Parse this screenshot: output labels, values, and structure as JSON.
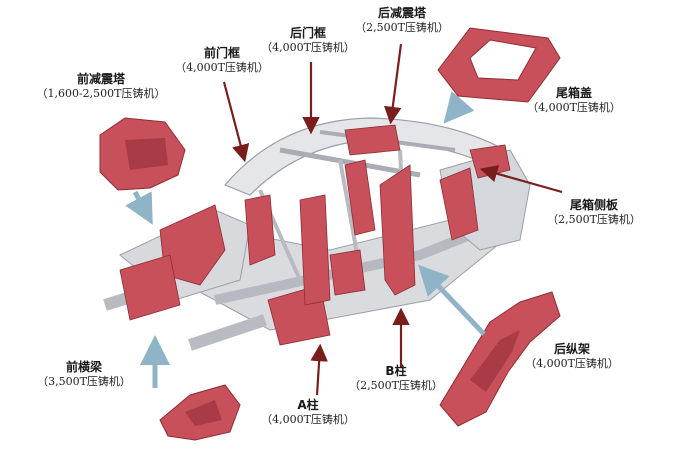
{
  "colors": {
    "part": "#c8505a",
    "part_dark": "#8e2d36",
    "frame_gray": "#c9ccd1",
    "frame_dark": "#9aa0a8",
    "arrow_dark": "#7a1d1d",
    "arrow_light": "#8fb3c7"
  },
  "labels": {
    "front_shock_tower": {
      "name": "前减震塔",
      "spec": "（1,600-2,500T压铸机）"
    },
    "front_door_frame": {
      "name": "前门框",
      "spec": "（4,000T压铸机）"
    },
    "rear_door_frame": {
      "name": "后门框",
      "spec": "（4,000T压铸机）"
    },
    "rear_shock_tower": {
      "name": "后减震塔",
      "spec": "（2,500T压铸机）"
    },
    "trunk_lid": {
      "name": "尾箱盖",
      "spec": "（4,000T压铸机）"
    },
    "trunk_side_panel": {
      "name": "尾箱侧板",
      "spec": "（2,500T压铸机）"
    },
    "rear_longitudinal": {
      "name": "后纵架",
      "spec": "（4,000T压铸机）"
    },
    "b_pillar": {
      "name": "B柱",
      "spec": "（2,500T压铸机）"
    },
    "a_pillar": {
      "name": "A柱",
      "spec": "（4,000T压铸机）"
    },
    "front_crossmember": {
      "name": "前横梁",
      "spec": "（3,500T压铸机）"
    }
  }
}
